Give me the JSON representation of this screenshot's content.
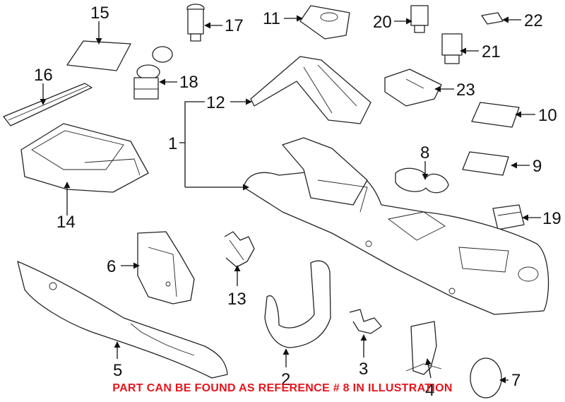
{
  "callouts": {
    "c1": "1",
    "c2": "2",
    "c3": "3",
    "c4": "4",
    "c5": "5",
    "c6": "6",
    "c7": "7",
    "c8": "8",
    "c9": "9",
    "c10": "10",
    "c11": "11",
    "c12": "12",
    "c13": "13",
    "c14": "14",
    "c15": "15",
    "c16": "16",
    "c17": "17",
    "c18": "18",
    "c19": "19",
    "c20": "20",
    "c21": "21",
    "c22": "22",
    "c23": "23"
  },
  "notice": {
    "text": "PART CAN BE FOUND AS REFERENCE # 8 IN ILLUSTRATION",
    "color": "#e8141c"
  },
  "colors": {
    "linework": "#222222",
    "background": "#ffffff"
  }
}
